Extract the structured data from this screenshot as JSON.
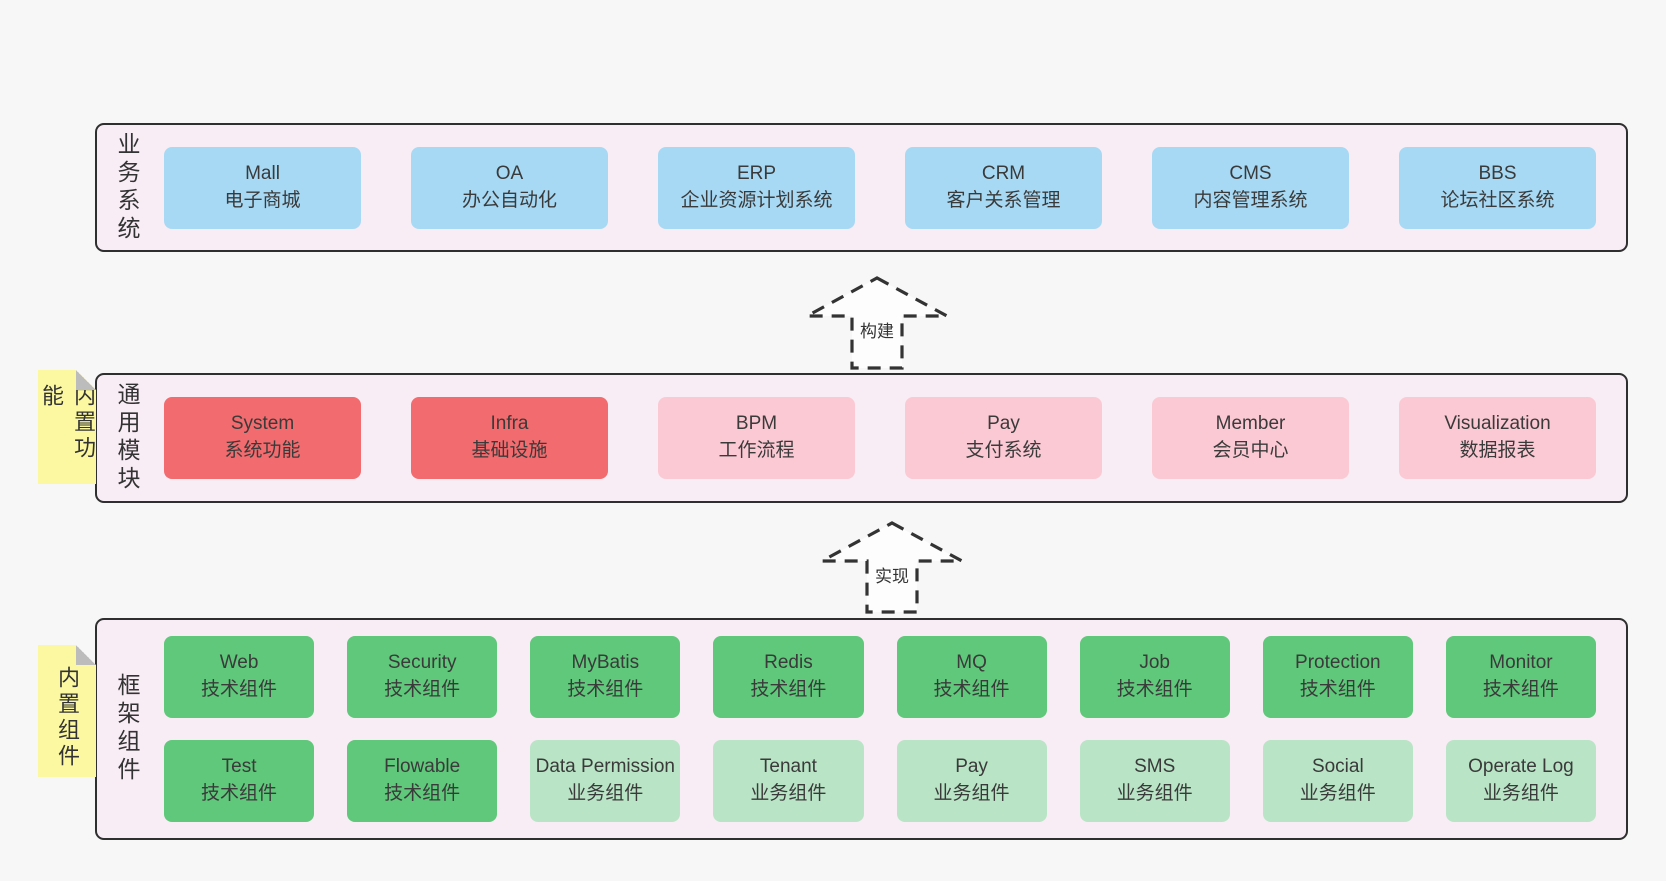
{
  "layers": {
    "business": {
      "label": "业务系统",
      "boxes": [
        {
          "en": "Mall",
          "cn": "电子商城"
        },
        {
          "en": "OA",
          "cn": "办公自动化"
        },
        {
          "en": "ERP",
          "cn": "企业资源计划系统"
        },
        {
          "en": "CRM",
          "cn": "客户关系管理"
        },
        {
          "en": "CMS",
          "cn": "内容管理系统"
        },
        {
          "en": "BBS",
          "cn": "论坛社区系统"
        }
      ]
    },
    "modules": {
      "label": "通用模块",
      "note": "内置功能",
      "boxes": [
        {
          "en": "System",
          "cn": "系统功能"
        },
        {
          "en": "Infra",
          "cn": "基础设施"
        },
        {
          "en": "BPM",
          "cn": "工作流程"
        },
        {
          "en": "Pay",
          "cn": "支付系统"
        },
        {
          "en": "Member",
          "cn": "会员中心"
        },
        {
          "en": "Visualization",
          "cn": "数据报表"
        }
      ]
    },
    "components": {
      "label": "框架组件",
      "note": "内置组件",
      "row1": [
        {
          "en": "Web",
          "cn": "技术组件"
        },
        {
          "en": "Security",
          "cn": "技术组件"
        },
        {
          "en": "MyBatis",
          "cn": "技术组件"
        },
        {
          "en": "Redis",
          "cn": "技术组件"
        },
        {
          "en": "MQ",
          "cn": "技术组件"
        },
        {
          "en": "Job",
          "cn": "技术组件"
        },
        {
          "en": "Protection",
          "cn": "技术组件"
        },
        {
          "en": "Monitor",
          "cn": "技术组件"
        }
      ],
      "row2": [
        {
          "en": "Test",
          "cn": "技术组件"
        },
        {
          "en": "Flowable",
          "cn": "技术组件"
        },
        {
          "en": "Data Permission",
          "cn": "业务组件"
        },
        {
          "en": "Tenant",
          "cn": "业务组件"
        },
        {
          "en": "Pay",
          "cn": "业务组件"
        },
        {
          "en": "SMS",
          "cn": "业务组件"
        },
        {
          "en": "Social",
          "cn": "业务组件"
        },
        {
          "en": "Operate Log",
          "cn": "业务组件"
        }
      ]
    }
  },
  "arrows": {
    "build": "构建",
    "implement": "实现"
  },
  "colors": {
    "background": "#f7f7f7",
    "band_fill": "#f8ecf5",
    "band_border": "#2f2f2f",
    "business_box": "#a7d9f4",
    "core_module_box": "#f26b6e",
    "optional_module_box": "#fbc9d3",
    "tech_component_box": "#5fc87a",
    "biz_component_box": "#b9e4c6",
    "note_yellow": "#fbf8a1",
    "note_fold": "#bcbcbc"
  }
}
